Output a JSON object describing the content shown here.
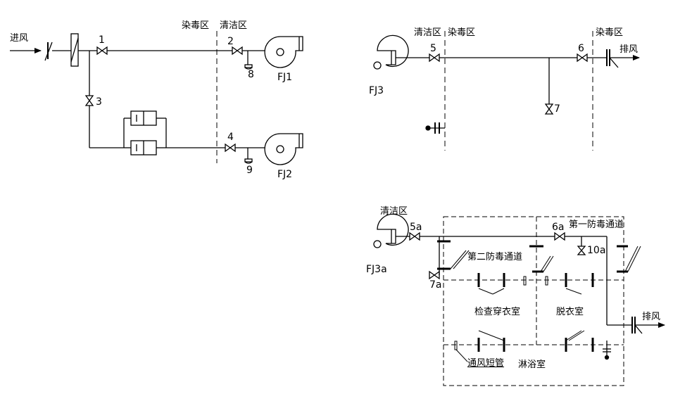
{
  "diagram1": {
    "inlet_label": "进风",
    "zone_contaminated": "染毒区",
    "zone_clean": "清洁区",
    "valve_1": "1",
    "valve_2": "2",
    "valve_3": "3",
    "valve_4": "4",
    "sampler_8": "8",
    "sampler_9": "9",
    "fan_1": "FJ1",
    "fan_2": "FJ2"
  },
  "diagram2": {
    "zone_clean": "清洁区",
    "zone_contaminated_left": "染毒区",
    "zone_contaminated_right": "染毒区",
    "valve_5": "5",
    "valve_6": "6",
    "valve_7": "7",
    "fan": "FJ3",
    "outlet_label": "排风"
  },
  "diagram3": {
    "zone_clean": "清洁区",
    "valve_5a": "5a",
    "valve_6a": "6a",
    "valve_7a": "7a",
    "valve_10a": "10a",
    "fan": "FJ3a",
    "passage_1": "第一防毒通道",
    "passage_2": "第二防毒通道",
    "room_inspect": "检查穿衣室",
    "room_undress": "脱衣室",
    "room_shower": "淋浴室",
    "vent_pipe": "通风短管",
    "outlet_label": "排风"
  },
  "colors": {
    "line": "#000000",
    "background": "#ffffff"
  }
}
